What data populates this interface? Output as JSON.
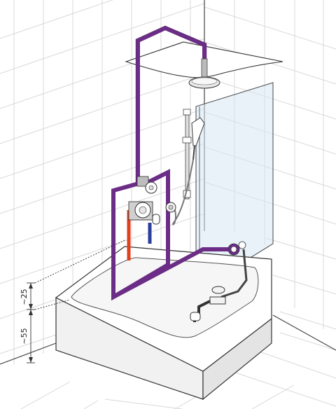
{
  "dimensions": {
    "upper": "~25",
    "lower": "~55"
  },
  "colors": {
    "supply_pipe": "#6b2d86",
    "hot_pipe": "#e0401c",
    "cold_pipe": "#2a3f9a",
    "grid": "#d6d6d6",
    "line": "#333333",
    "glass": "#d6e8f2"
  },
  "icons": [
    "rain-shower-head",
    "hand-shower",
    "slide-rail",
    "thermostatic-mixer",
    "diverter-valve",
    "bath-filler-spout",
    "bath-drain-overflow",
    "waste-trap"
  ]
}
